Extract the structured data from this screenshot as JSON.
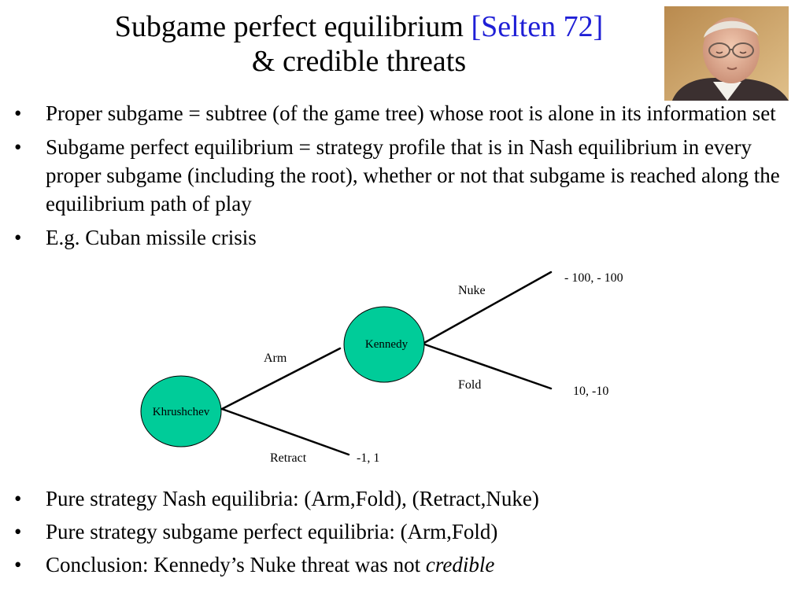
{
  "slide": {
    "title_line1": "Subgame perfect equilibrium ",
    "title_citation": "[Selten 72]",
    "title_line2": "& credible threats",
    "bullets_top": [
      "Proper subgame = subtree (of the game tree) whose root is alone in its information set",
      "Subgame perfect equilibrium = strategy profile that is in Nash equilibrium in every proper subgame (including the root), whether or not that subgame is reached along the equilibrium path of play",
      "E.g. Cuban missile crisis"
    ],
    "bullets_bottom": [
      "Pure strategy Nash equilibria: (Arm,Fold), (Retract,Nuke)",
      "Pure strategy subgame perfect equilibria: (Arm,Fold)"
    ],
    "conclusion_prefix": "Conclusion: Kennedy’s Nuke threat was not ",
    "conclusion_emphasis": "credible"
  },
  "game_tree": {
    "node_color": "#00cc99",
    "root_node": "Khrushchev",
    "second_node": "Kennedy",
    "edges": {
      "arm": "Arm",
      "retract": "Retract",
      "nuke": "Nuke",
      "fold": "Fold"
    },
    "payoffs": {
      "nuke": "- 100, - 100",
      "fold": "10, -10",
      "retract": "-1, 1"
    }
  },
  "colors": {
    "citation": "#1f1fd6"
  }
}
